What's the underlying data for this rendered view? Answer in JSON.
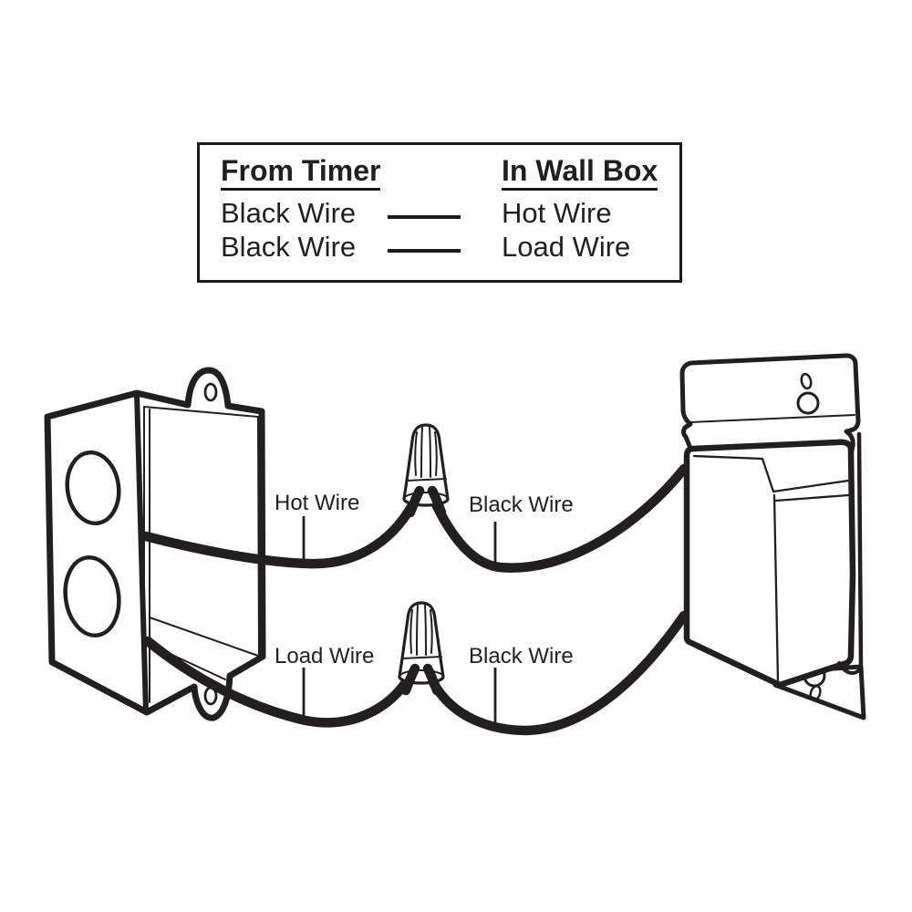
{
  "legend": {
    "col1_header": "From Timer",
    "col2_header": "In Wall Box",
    "rows": [
      {
        "from": "Black Wire",
        "to": "Hot Wire"
      },
      {
        "from": "Black Wire",
        "to": "Load Wire"
      }
    ]
  },
  "diagram": {
    "labels": {
      "hot_wire": "Hot Wire",
      "black_wire_top": "Black Wire",
      "load_wire": "Load Wire",
      "black_wire_bottom": "Black Wire"
    },
    "colors": {
      "line": "#231f20",
      "fill": "#ffffff"
    }
  }
}
